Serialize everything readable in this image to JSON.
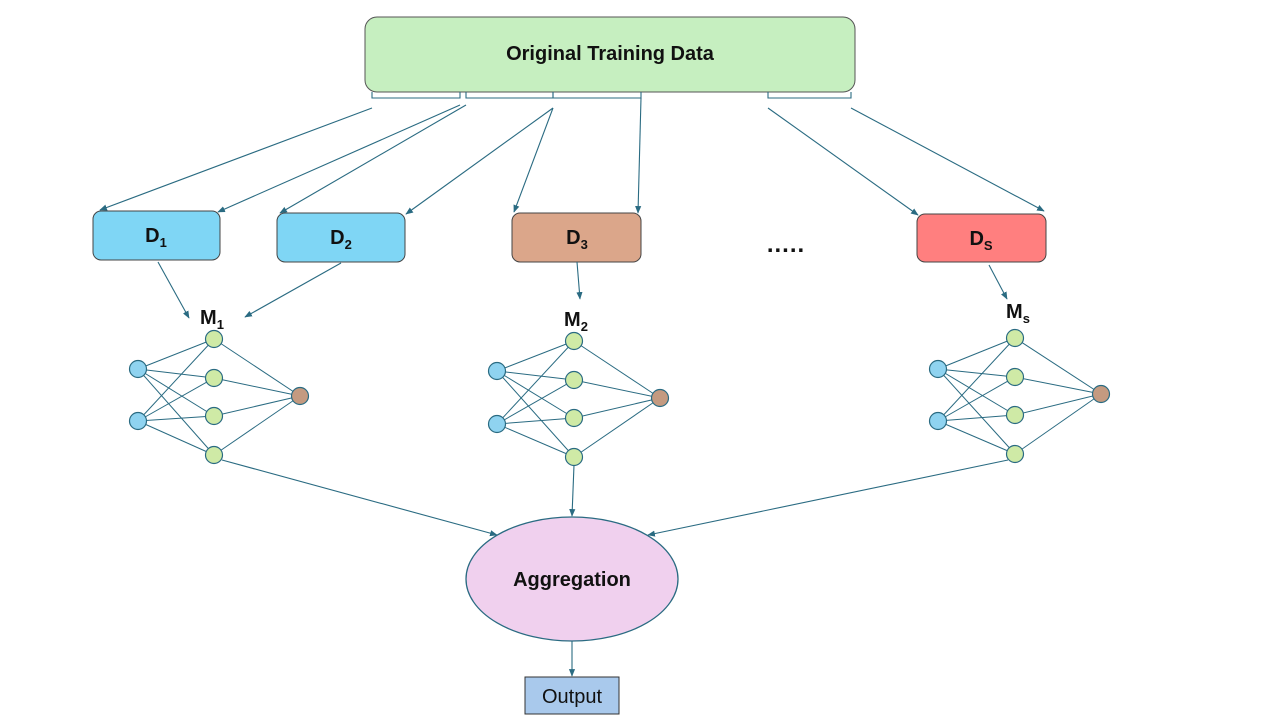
{
  "root": {
    "label": "Original Training Data",
    "fill": "#c6efc0"
  },
  "datasets": [
    {
      "id": "d1",
      "letter": "D",
      "sub": "1",
      "fill": "#7fd6f5"
    },
    {
      "id": "d2",
      "letter": "D",
      "sub": "2",
      "fill": "#7fd6f5"
    },
    {
      "id": "d3",
      "letter": "D",
      "sub": "3",
      "fill": "#dba68a"
    },
    {
      "id": "ds",
      "letter": "D",
      "sub": "S",
      "fill": "#ff7f7f"
    }
  ],
  "ellipsis": ".....",
  "models": [
    {
      "id": "m1",
      "letter": "M",
      "sub": "1"
    },
    {
      "id": "m2",
      "letter": "M",
      "sub": "2"
    },
    {
      "id": "ms",
      "letter": "M",
      "sub": "s"
    }
  ],
  "node_colors": {
    "input": "#8fd3f0",
    "hidden": "#cfeaa6",
    "output": "#c49a80"
  },
  "aggregation": {
    "label": "Aggregation",
    "fill": "#f0d0ee"
  },
  "output": {
    "label": "Output",
    "fill": "#a9c9ec"
  },
  "line_color": "#2a6b82"
}
